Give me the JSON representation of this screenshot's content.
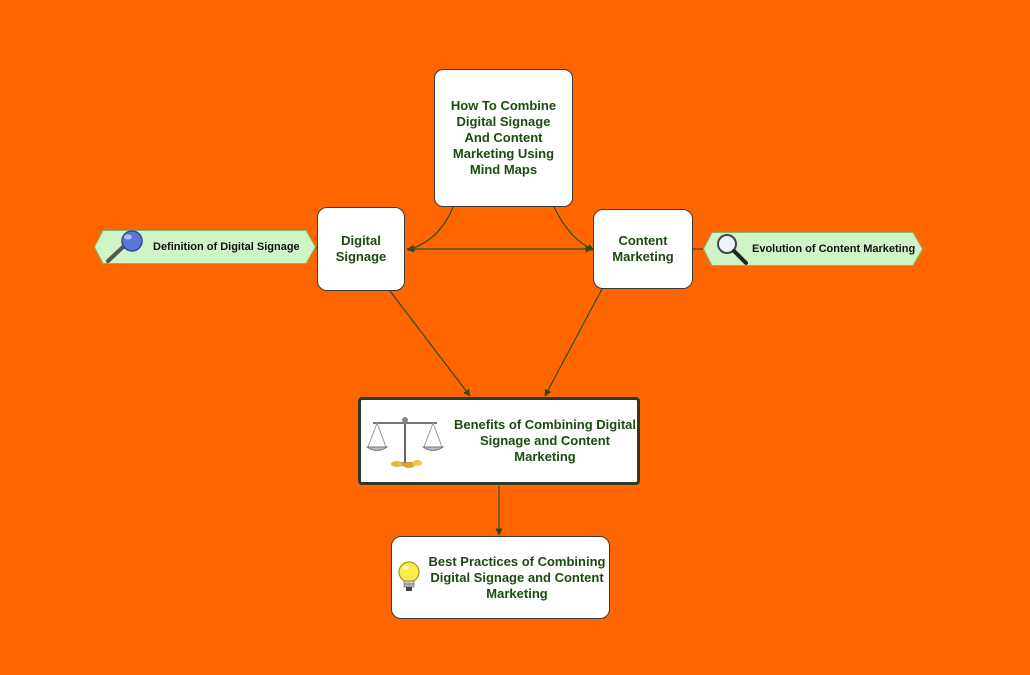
{
  "colors": {
    "background": "#FF6600",
    "node_fill": "#FFFFFF",
    "node_text": "#1D4A12",
    "tag_fill": "#CFF5C6",
    "line": "#2E4A1E"
  },
  "nodes": {
    "main": "How To Combine\nDigital Signage\nAnd Content\nMarketing Using\nMind Maps",
    "digital_signage": "Digital\nSignage",
    "content_marketing": "Content\nMarketing",
    "benefits": "Benefits of Combining Digital\nSignage and Content\nMarketing",
    "best_practices": "Best Practices of Combining\nDigital Signage and Content\nMarketing"
  },
  "tags": {
    "definition": "Definition of Digital Signage",
    "evolution": "Evolution of Content Marketing"
  },
  "icons": {
    "definition": "magnifier-icon",
    "evolution": "magnifier-icon",
    "benefits": "balance-scale-icon",
    "best_practices": "lightbulb-icon"
  }
}
